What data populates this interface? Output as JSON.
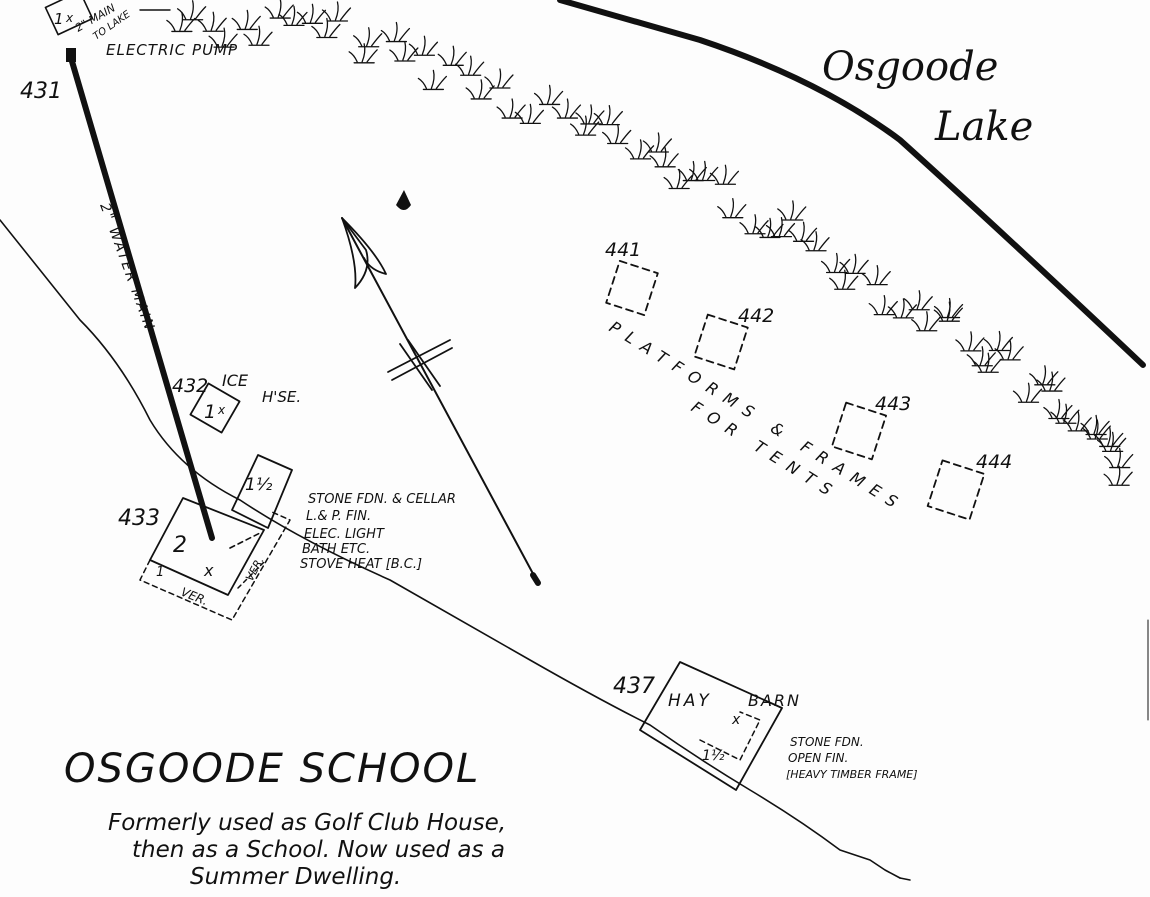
{
  "map": {
    "lake_name_line1": "Osgoode",
    "lake_name_line2": "Lake",
    "pump": {
      "number": "431",
      "story": "1",
      "mark": "x",
      "label": "ELECTRIC PUMP",
      "main_label": "2\" MAIN",
      "to_lake": "TO LAKE"
    },
    "water_main_label": "2\" WATER MAIN",
    "platforms_label_line1": "PLATFORMS & FRAMES",
    "platforms_label_line2": "FOR TENTS",
    "platforms": [
      {
        "number": "441"
      },
      {
        "number": "442"
      },
      {
        "number": "443"
      },
      {
        "number": "444"
      }
    ],
    "ice_house": {
      "number": "432",
      "name_line1": "ICE",
      "name_line2": "H'SE.",
      "story": "1",
      "mark": "x"
    },
    "school": {
      "number": "433",
      "story_main": "2",
      "mark": "x",
      "story_wing": "1½",
      "veranda": "VER.",
      "veranda_count": "1",
      "notes": [
        "STONE FDN. & CELLAR",
        "L.& P. FIN.",
        "ELEC. LIGHT",
        "BATH ETC.",
        "STOVE HEAT [B.C.]"
      ]
    },
    "barn": {
      "number": "437",
      "name_line1": "HAY",
      "name_line2": "BARN",
      "mark": "x",
      "story_wing": "1½",
      "notes": [
        "STONE FDN.",
        "OPEN FIN.",
        "[HEAVY TIMBER FRAME]"
      ]
    },
    "title": "OSGOODE SCHOOL",
    "caption": [
      "Formerly used as Golf Club House,",
      "then as a School.  Now used as a",
      "Summer Dwelling."
    ]
  }
}
